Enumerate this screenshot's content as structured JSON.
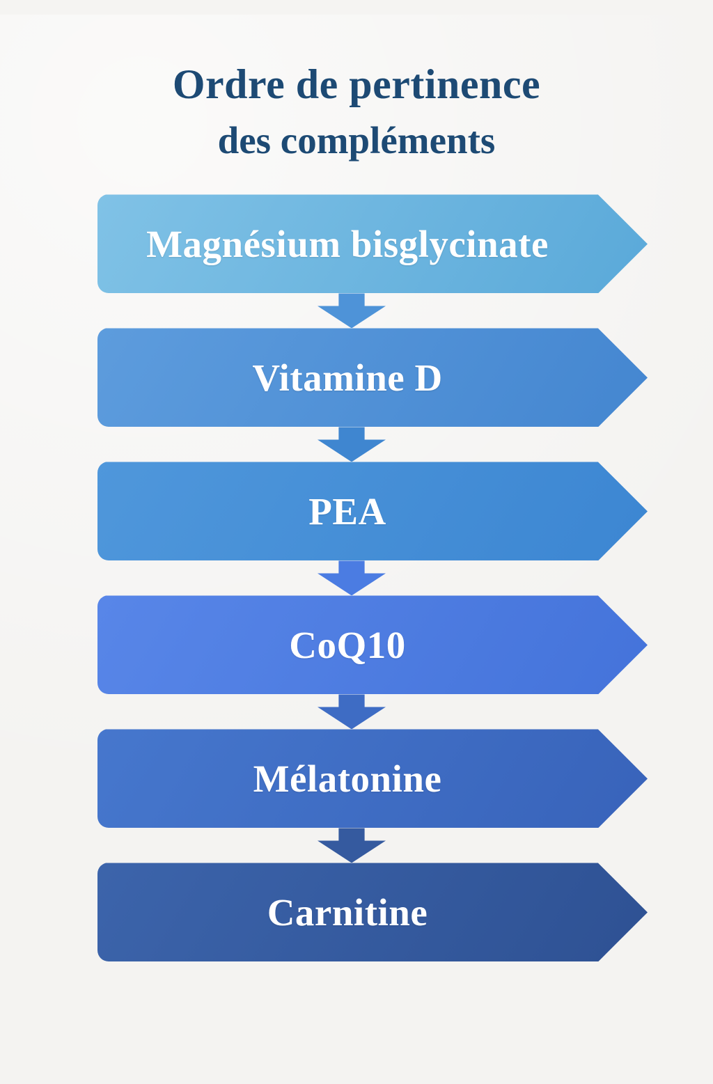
{
  "title": {
    "line1": "Ordre de pertinence",
    "line2": "des compléments"
  },
  "flow": {
    "steps": [
      {
        "label": "Magnésium bisglycinate",
        "color": "#64aedd"
      },
      {
        "label": "Vitamine D",
        "color": "#4a8fd6"
      },
      {
        "label": "PEA",
        "color": "#3f89d5"
      },
      {
        "label": "CoQ10",
        "color": "#4b79e0"
      },
      {
        "label": "Mélatonine",
        "color": "#3d6cc3"
      },
      {
        "label": "Carnitine",
        "color": "#33589e"
      }
    ],
    "connector_color": "#4080d0"
  }
}
